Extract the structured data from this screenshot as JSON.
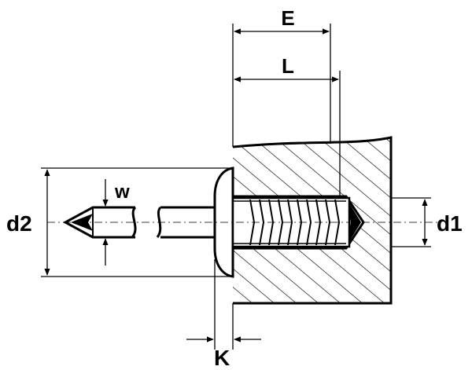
{
  "labels": {
    "E": "E",
    "L": "L",
    "d1": "d1",
    "d2": "d2",
    "w": "w",
    "K": "K"
  },
  "colors": {
    "ink": "#000000",
    "paper": "#ffffff",
    "gray": "#d0d0d0"
  }
}
